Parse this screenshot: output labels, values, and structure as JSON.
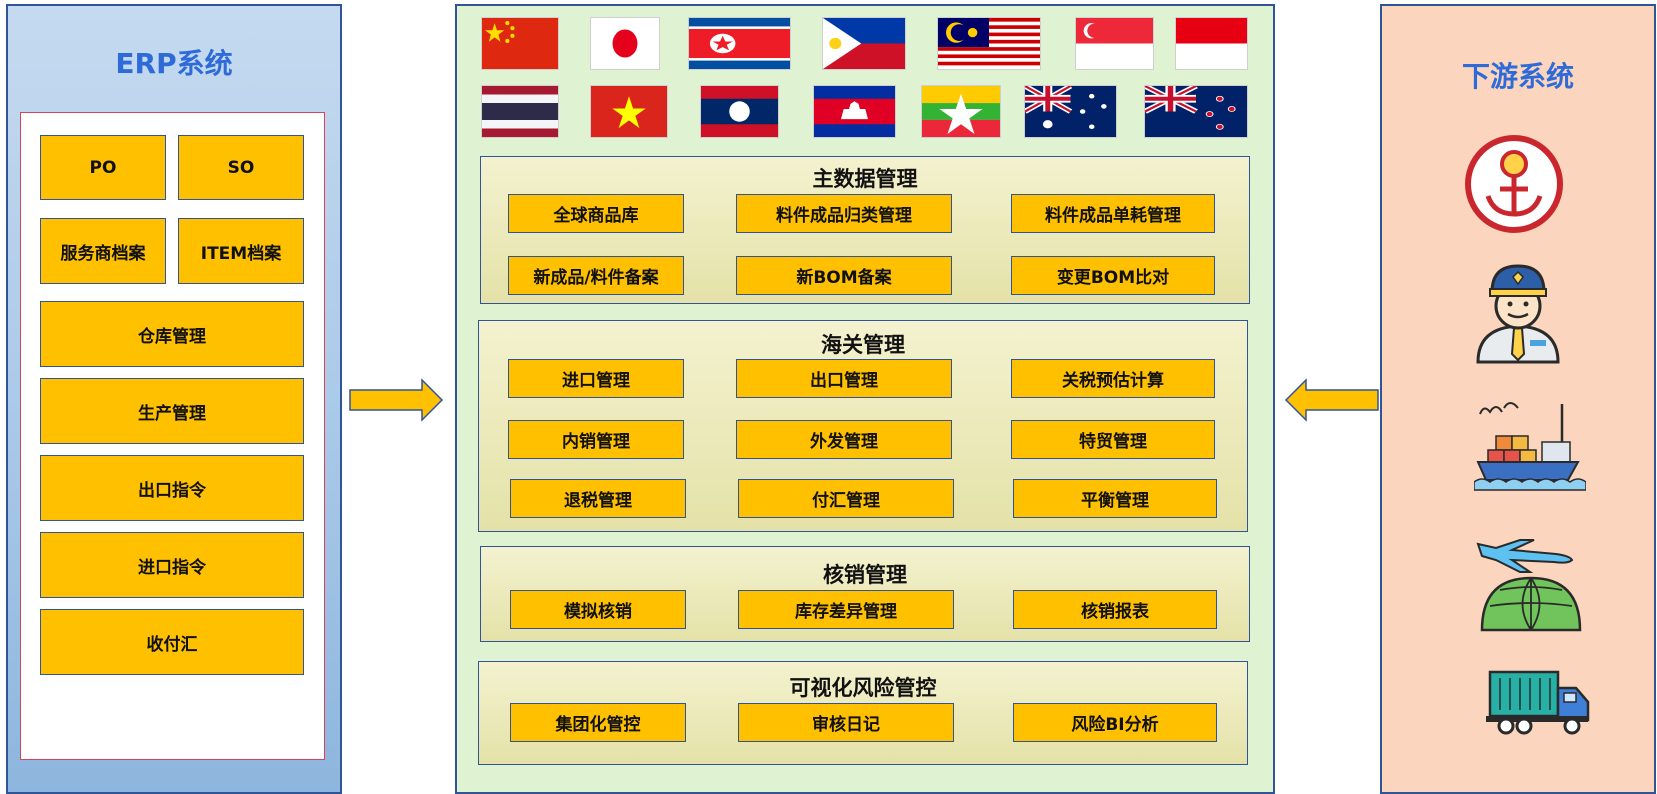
{
  "left_panel": {
    "title": "ERP系统",
    "boxes": [
      "PO",
      "SO",
      "服务商档案",
      "ITEM档案",
      "仓库管理",
      "生产管理",
      "出口指令",
      "进口指令",
      "收付汇"
    ]
  },
  "flags": [
    "china-flag",
    "japan-flag",
    "north-korea-flag",
    "philippines-flag",
    "malaysia-flag",
    "singapore-flag",
    "indonesia-flag",
    "thailand-flag",
    "vietnam-flag",
    "laos-flag",
    "cambodia-flag",
    "myanmar-flag",
    "australia-flag",
    "new-zealand-flag"
  ],
  "sections": {
    "master_data": {
      "title": "主数据管理",
      "items": [
        "全球商品库",
        "料件成品归类管理",
        "料件成品单耗管理",
        "新成品/料件备案",
        "新BOM备案",
        "变更BOM比对"
      ]
    },
    "customs": {
      "title": "海关管理",
      "items": [
        "进口管理",
        "出口管理",
        "关税预估计算",
        "内销管理",
        "外发管理",
        "特贸管理",
        "退税管理",
        "付汇管理",
        "平衡管理"
      ]
    },
    "verification": {
      "title": "核销管理",
      "items": [
        "模拟核销",
        "库存差异管理",
        "核销报表"
      ]
    },
    "risk": {
      "title": "可视化风险管控",
      "items": [
        "集团化管控",
        "审核日记",
        "风险BI分析"
      ]
    }
  },
  "right_panel": {
    "title": "下游系统",
    "icons": [
      "anchor-icon",
      "customs-officer-icon",
      "cargo-ship-icon",
      "airplane-globe-icon",
      "truck-icon"
    ]
  },
  "colors": {
    "box": "#ffc000",
    "border": "#2f5597",
    "title_blue": "#2f6bd8",
    "arrow": "#ffc000"
  }
}
